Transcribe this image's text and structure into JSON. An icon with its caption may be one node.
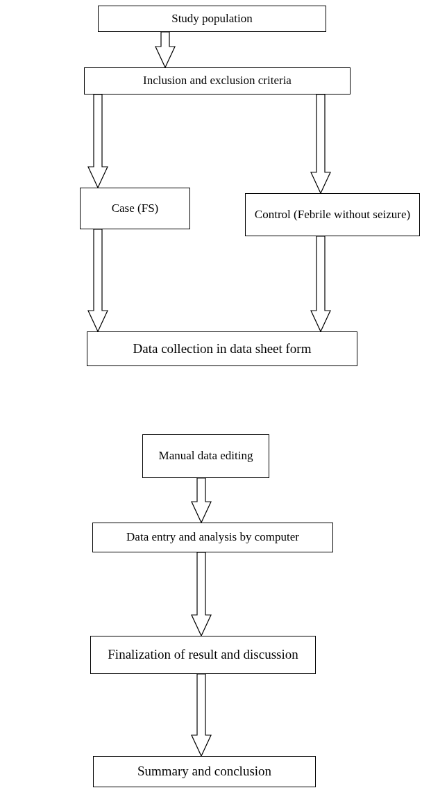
{
  "diagram": {
    "nodes": [
      {
        "text": [
          "Study population"
        ]
      },
      {
        "text": [
          "Inclusion and exclusion criteria"
        ]
      },
      {
        "text": [
          "Case (FS)"
        ]
      },
      {
        "text": [
          "Control (Febrile without seizure)"
        ]
      },
      {
        "text": [
          "Data collection in data sheet form"
        ]
      },
      {
        "text": [
          "Manual data editing"
        ]
      },
      {
        "text": [
          "Data entry and analysis by computer"
        ]
      },
      {
        "text": [
          "Finalization of result and discussion"
        ]
      },
      {
        "text": [
          "Summary and conclusion"
        ]
      }
    ],
    "edges": [
      {
        "from": 0,
        "to": 1,
        "arrow": "to"
      },
      {
        "from": 1,
        "to": 2,
        "arrow": "to"
      },
      {
        "from": 1,
        "to": 3,
        "arrow": "to"
      },
      {
        "from": 2,
        "to": 4,
        "arrow": "to"
      },
      {
        "from": 3,
        "to": 4,
        "arrow": "to"
      },
      {
        "from": 5,
        "to": 6,
        "arrow": "to"
      },
      {
        "from": 6,
        "to": 7,
        "arrow": "to"
      },
      {
        "from": 7,
        "to": 8,
        "arrow": "to"
      }
    ]
  }
}
